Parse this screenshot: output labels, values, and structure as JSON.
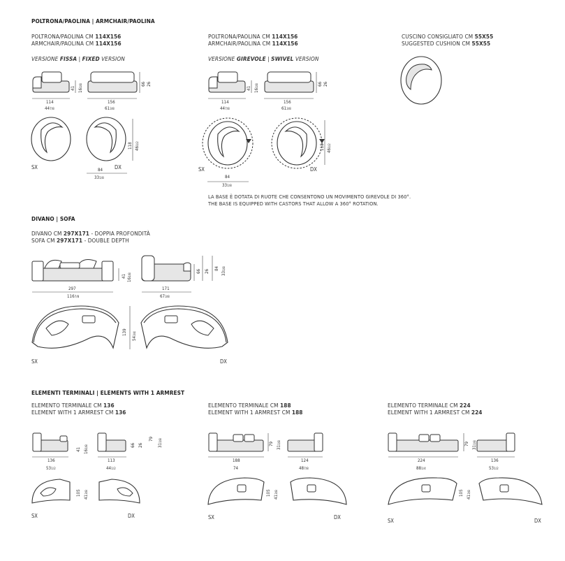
{
  "sections": {
    "armchair": {
      "title": "POLTRONA/PAOLINA | ARMCHAIR/PAOLINA",
      "fixed": {
        "line1_pre": "POLTRONA/PAOLINA CM ",
        "line1_size": "114X156",
        "line2_pre": "ARMCHAIR/PAOLINA CM ",
        "line2_size": "114X156",
        "version_it": "VERSIONE ",
        "version_it_b": "FISSA",
        "version_sep": " | ",
        "version_en_b": "FIXED",
        "version_en": " VERSION",
        "dims": {
          "w1": "114",
          "w1_in": "44",
          "w1_in_f": "7/8",
          "w2": "156",
          "w2_in": "61",
          "w2_in_f": "3/8",
          "h1": "41",
          "h1_in": "16",
          "h1_in_f": "1/8",
          "h2": "66",
          "h2_in": "26",
          "d1": "118",
          "d1_in": "46",
          "d1_in_f": "1/2",
          "d2": "84",
          "d2_in": "33",
          "d2_in_f": "1/8"
        },
        "sx": "SX",
        "dx": "DX"
      },
      "swivel": {
        "line1_pre": "POLTRONA/PAOLINA CM ",
        "line1_size": "114X156",
        "line2_pre": "ARMCHAIR/PAOLINA CM ",
        "line2_size": "114X156",
        "version_it": "VERSIONE ",
        "version_it_b": "GIREVOLE",
        "version_sep": " | ",
        "version_en_b": "SWIVEL",
        "version_en": " VERSION",
        "dims": {
          "w1": "114",
          "w1_in": "44",
          "w1_in_f": "7/8",
          "w2": "156",
          "w2_in": "61",
          "w2_in_f": "3/8",
          "h1": "41",
          "h1_in": "16",
          "h1_in_f": "1/8",
          "h2": "66",
          "h2_in": "26",
          "d1": "118",
          "d1_in": "46",
          "d1_in_f": "1/2",
          "d2": "84",
          "d2_in": "33",
          "d2_in_f": "1/8"
        },
        "note_it": "LA BASE È DOTATA DI RUOTE CHE CONSENTONO UN MOVIMENTO GIREVOLE DI 360°.",
        "note_en": "THE BASE IS EQUIPPED WITH CASTORS THAT ALLOW A 360° ROTATION.",
        "sx": "SX",
        "dx": "DX"
      },
      "cushion": {
        "line1_pre": "CUSCINO CONSIGLIATO CM ",
        "line1_size": "55X55",
        "line2_pre": "SUGGESTED CUSHION CM ",
        "line2_size": "55X55"
      }
    },
    "sofa": {
      "title": "DIVANO | SOFA",
      "line1_pre": "DIVANO CM ",
      "line1_size": "297X171",
      "line1_post": " - DOPPIA PROFONDITÀ",
      "line2_pre": "SOFA CM ",
      "line2_size": "297X171",
      "line2_post": " - DOUBLE DEPTH",
      "dims": {
        "w1": "297",
        "w1_in": "116",
        "w1_in_f": "7/8",
        "w2": "171",
        "w2_in": "67",
        "w2_in_f": "3/8",
        "h1": "41",
        "h1_in": "16",
        "h1_in_f": "1/8",
        "h2": "66",
        "h2_in": "26",
        "h3": "84",
        "h3_in": "33",
        "h3_in_f": "1/8",
        "d1": "139",
        "d1_in": "54",
        "d1_in_f": "3/4"
      },
      "sx": "SX",
      "dx": "DX"
    },
    "terminals": {
      "title": "ELEMENTI TERMINALI | ELEMENTS WITH 1 ARMREST",
      "items": [
        {
          "line1_pre": "ELEMENTO TERMINALE CM ",
          "size": "136",
          "line2_pre": "ELEMENT WITH 1 ARMREST CM ",
          "w1": "136",
          "w1_in": "53",
          "w1_in_f": "1/2",
          "w2": "113",
          "w2_in": "44",
          "w2_in_f": "1/2",
          "h1": "41",
          "h1_in": "16",
          "h1_in_f": "1/8",
          "h2": "66",
          "h3": "26",
          "h4": "79",
          "h4_in": "31",
          "h4_in_f": "1/8",
          "d1": "105",
          "d1_in": "41",
          "d1_in_f": "3/8",
          "sx": "SX",
          "dx": "DX"
        },
        {
          "line1_pre": "ELEMENTO TERMINALE CM ",
          "size": "188",
          "line2_pre": "ELEMENT WITH 1 ARMREST CM ",
          "w1": "188",
          "w1_in": "74",
          "w2": "124",
          "w2_in": "48",
          "w2_in_f": "7/8",
          "h1": "79",
          "h1_in": "31",
          "h1_in_f": "1/8",
          "d1": "105",
          "d1_in": "41",
          "d1_in_f": "3/8",
          "sx": "SX",
          "dx": "DX"
        },
        {
          "line1_pre": "ELEMENTO TERMINALE CM ",
          "size": "224",
          "line2_pre": "ELEMENT WITH 1 ARMREST CM ",
          "w1": "224",
          "w1_in": "88",
          "w1_in_f": "1/4",
          "w2": "136",
          "w2_in": "53",
          "w2_in_f": "1/2",
          "h1": "79",
          "h1_in": "31",
          "h1_in_f": "1/8",
          "d1": "105",
          "d1_in": "41",
          "d1_in_f": "3/8",
          "sx": "SX",
          "dx": "DX"
        }
      ]
    }
  }
}
